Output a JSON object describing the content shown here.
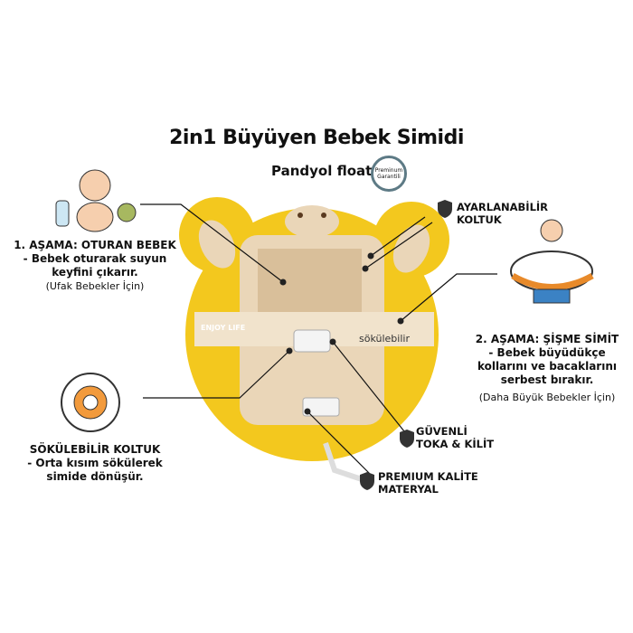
{
  "title": "2in1 Büyüyen Bebek Simidi",
  "brand": {
    "name": "Pandyol float",
    "badge": [
      "Preminum",
      "Garantili"
    ]
  },
  "stage1": {
    "heading": "1. AŞAMA: OTURAN BEBEK",
    "lines": [
      "- Bebek oturarak suyun",
      "keyfini çıkarır."
    ],
    "note": "(Ufak Bebekler İçin)"
  },
  "stage2": {
    "heading": "2. AŞAMA: ŞİŞME SİMİT",
    "lines": [
      "- Bebek büyüdükçe",
      "kollarını ve bacaklarını",
      "serbest bırakır."
    ],
    "note": "(Daha Büyük Bebekler İçin)"
  },
  "removable_seat": {
    "heading": "SÖKÜLEBİLİR KOLTUK",
    "lines": [
      "- Orta kısım sökülerek",
      "simide dönüşür."
    ]
  },
  "callouts": {
    "adjustable": [
      "AYARLANABİLİR",
      "KOLTUK"
    ],
    "buckle": [
      "GÜVENLİ",
      "TOKA & KİLİT"
    ],
    "material": [
      "PREMIUM KALİTE",
      "MATERYAL"
    ]
  },
  "product": {
    "strap_text": "ENJOY LIFE",
    "removable_label": "sökülebilir"
  },
  "colors": {
    "float": "#f3c81e",
    "seat": "#ead6b8",
    "line": "#111111"
  }
}
